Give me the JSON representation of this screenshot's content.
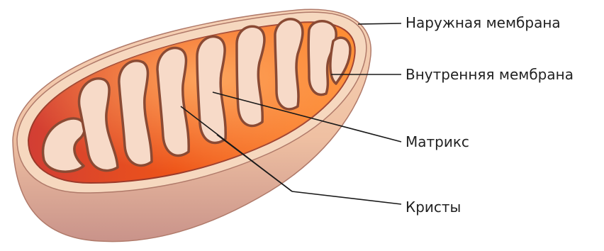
{
  "labels": {
    "outer_membrane": "Наружная мембрана",
    "inner_membrane": "Внутренняя мембрана",
    "matrix": "Матрикс",
    "cristae": "Кристы"
  },
  "colors": {
    "outer_shell": "#efc0a2",
    "shell_shadow": "#c9938a",
    "rim": "#f6d8bf",
    "interior": "#ee5418",
    "interior_light": "#ffa35a",
    "crista_fill": "#f7dac8",
    "crista_outline": "#8a4a34",
    "leader_line": "#1a1a1a"
  }
}
